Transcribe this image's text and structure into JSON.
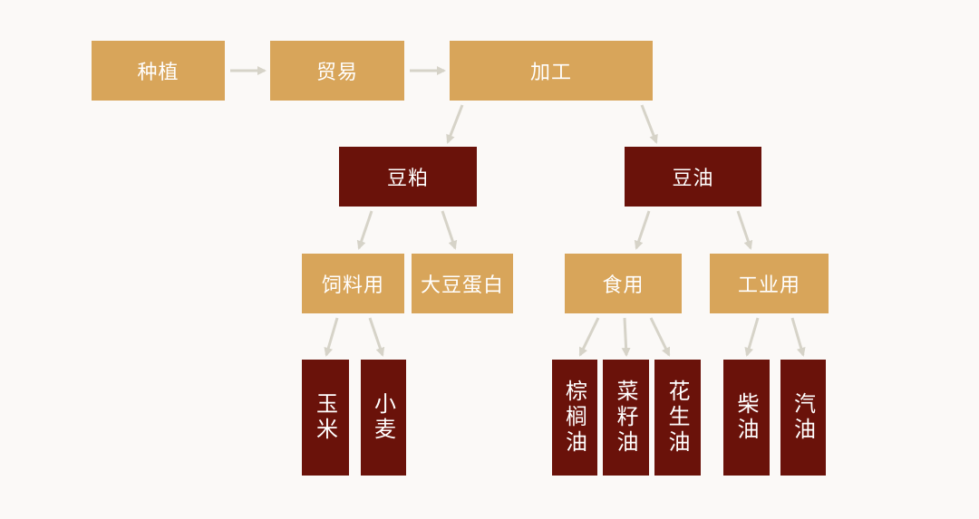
{
  "nodes": {
    "planting": "种植",
    "trade": "贸易",
    "processing": "加工",
    "soybean_meal": "豆粕",
    "soybean_oil": "豆油",
    "feed_use": "饲料用",
    "soy_protein": "大豆蛋白",
    "edible_use": "食用",
    "industrial_use": "工业用",
    "corn": "玉米",
    "wheat": "小麦",
    "palm_oil": "棕榈油",
    "rapeseed_oil": "菜籽油",
    "peanut_oil": "花生油",
    "diesel": "柴油",
    "gasoline": "汽油"
  },
  "colors": {
    "gold": "#d8a55a",
    "dark": "#6a120a",
    "arrow": "#d6d3c8",
    "background": "#fbf9f7"
  }
}
